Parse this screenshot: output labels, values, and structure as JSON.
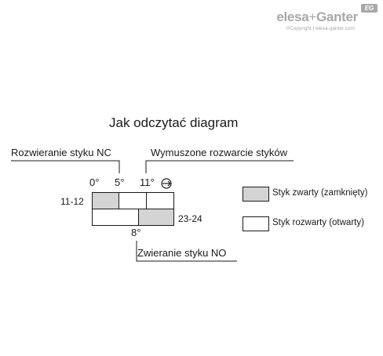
{
  "brand": {
    "name_part1": "elesa",
    "plus": "+",
    "name_part2": "Ganter",
    "badge": "EG",
    "copyright": "©Copyright | elesa-ganter.com"
  },
  "diagram": {
    "title": "Jak odczytać diagram",
    "nc_opening_label": "Rozwieranie styku NC",
    "forced_opening_label": "Wymuszone rozwarcie styków",
    "no_closing_label": "Zwieranie styku NO",
    "angle_0": "0°",
    "angle_5": "5°",
    "angle_11": "11°",
    "angle_8": "8°",
    "row_1_label": "11-12",
    "row_2_label": "23-24",
    "legend_closed": "Styk zwarty (zamknięty)",
    "legend_open": "Styk rozwarty (otwarty)"
  },
  "colors": {
    "closed_fill": "#d4d4d4",
    "open_fill": "#ffffff",
    "line": "#1a1a1a",
    "brand_gray": "#a8a8a8"
  },
  "icons": {
    "forced_opening": "forced-opening-icon"
  }
}
